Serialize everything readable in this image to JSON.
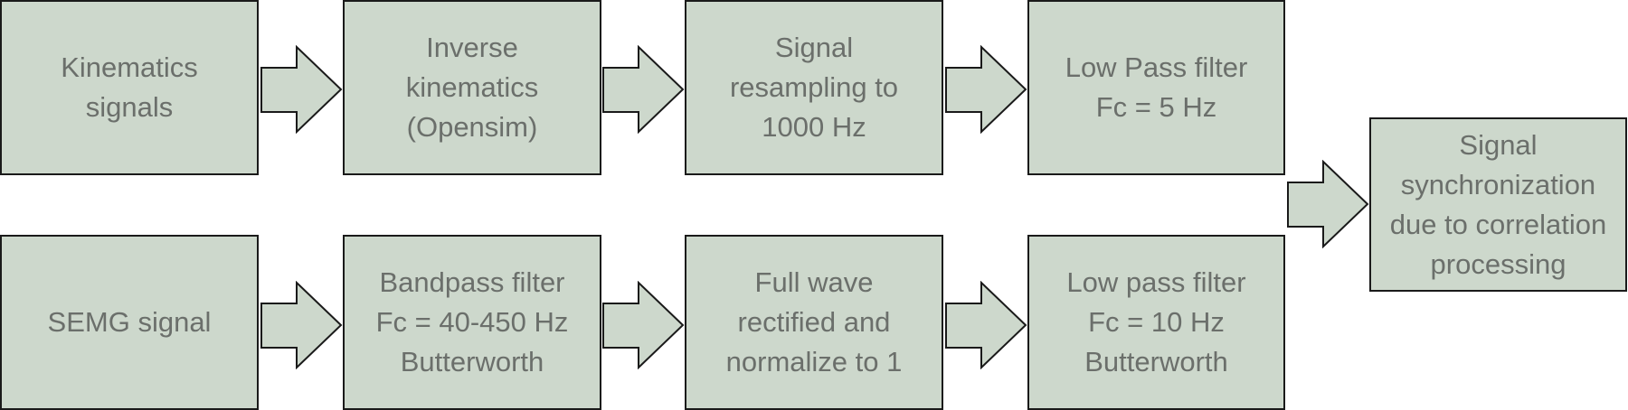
{
  "diagram": {
    "type": "flowchart",
    "colors": {
      "box_fill": "#cdd8cc",
      "border": "#1a1a1a",
      "text": "#6b6f6b"
    },
    "rows": [
      {
        "name": "kinematics-pipeline",
        "steps": [
          {
            "label": "Kinematics\nsignals"
          },
          {
            "label": "Inverse\nkinematics\n(Opensim)"
          },
          {
            "label": "Signal\nresampling to\n1000 Hz"
          },
          {
            "label": "Low Pass filter\nFc = 5 Hz"
          }
        ]
      },
      {
        "name": "semg-pipeline",
        "steps": [
          {
            "label": "SEMG signal"
          },
          {
            "label": "Bandpass filter\nFc = 40-450 Hz\nButterworth"
          },
          {
            "label": "Full wave\nrectified and\nnormalize to 1"
          },
          {
            "label": "Low pass filter\nFc = 10 Hz\nButterworth"
          }
        ]
      }
    ],
    "final_step": {
      "label": "Signal\nsynchronization\ndue to correlation\nprocessing"
    },
    "edges": [
      [
        "Kinematics signals",
        "Inverse kinematics (Opensim)"
      ],
      [
        "Inverse kinematics (Opensim)",
        "Signal resampling to 1000 Hz"
      ],
      [
        "Signal resampling to 1000 Hz",
        "Low Pass filter Fc = 5 Hz"
      ],
      [
        "SEMG signal",
        "Bandpass filter Fc = 40-450 Hz Butterworth"
      ],
      [
        "Bandpass filter Fc = 40-450 Hz Butterworth",
        "Full wave rectified and normalize to 1"
      ],
      [
        "Full wave rectified and normalize to 1",
        "Low pass filter Fc = 10 Hz Butterworth"
      ],
      [
        "Low Pass filter Fc = 5 Hz + Low pass filter Fc = 10 Hz Butterworth",
        "Signal synchronization due to correlation processing"
      ]
    ]
  }
}
